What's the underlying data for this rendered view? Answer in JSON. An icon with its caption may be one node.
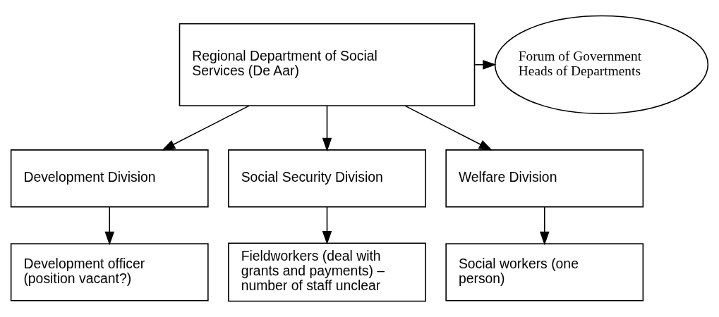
{
  "diagram": {
    "nodes": [
      {
        "text": [
          "Regional Department of Social Services (De Aar)"
        ]
      },
      {
        "text": [
          "Forum of Government Heads of Departments"
        ]
      },
      {
        "text": [
          "Development Division"
        ]
      },
      {
        "text": [
          "Social Security Division"
        ]
      },
      {
        "text": [
          "Welfare Division"
        ]
      },
      {
        "text": [
          "Development officer (position vacant?)"
        ]
      },
      {
        "text": [
          "Fieldworkers (deal with grants and payments) – number of staff unclear"
        ]
      },
      {
        "text": [
          "Social workers (one person)"
        ]
      }
    ],
    "edges": [
      {
        "from": 0,
        "to": 1,
        "arrow": "to"
      },
      {
        "from": 0,
        "to": 2,
        "arrow": "to"
      },
      {
        "from": 0,
        "to": 3,
        "arrow": "to"
      },
      {
        "from": 0,
        "to": 4,
        "arrow": "to"
      },
      {
        "from": 2,
        "to": 5,
        "arrow": "to"
      },
      {
        "from": 3,
        "to": 6,
        "arrow": "to"
      },
      {
        "from": 4,
        "to": 7,
        "arrow": "to"
      }
    ]
  }
}
